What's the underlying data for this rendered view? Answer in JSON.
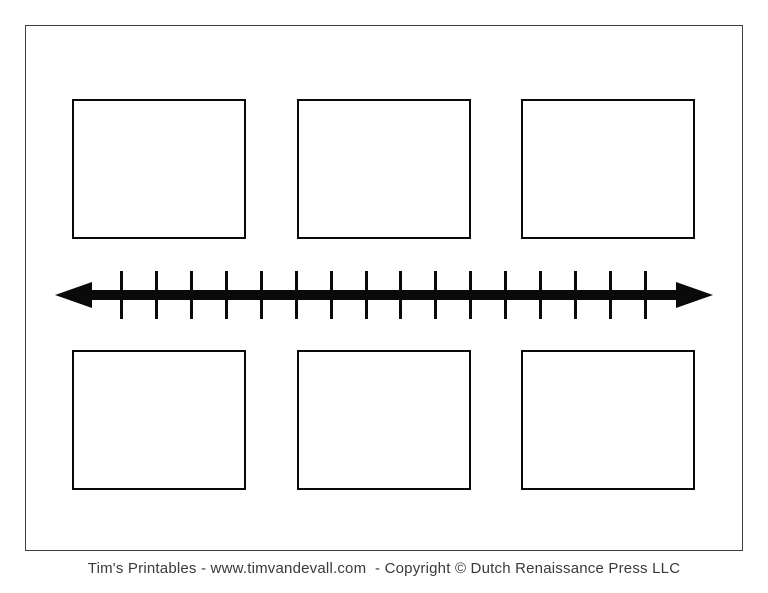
{
  "page": {
    "type": "printable-timeline-template",
    "colors": {
      "paper": "#ffffff",
      "ink": "#0a0a0a",
      "frame": "#3f3f3f",
      "footer_text": "#3a3a3a"
    }
  },
  "timeline": {
    "style": "double-headed-arrow",
    "tick_count": 16
  },
  "event_boxes": {
    "rows": 2,
    "columns": 3,
    "count": 6,
    "content": ""
  },
  "footer": {
    "credit_text": "Tim's Printables - www.timvandevall.com  - Copyright © Dutch Renaissance Press LLC"
  }
}
